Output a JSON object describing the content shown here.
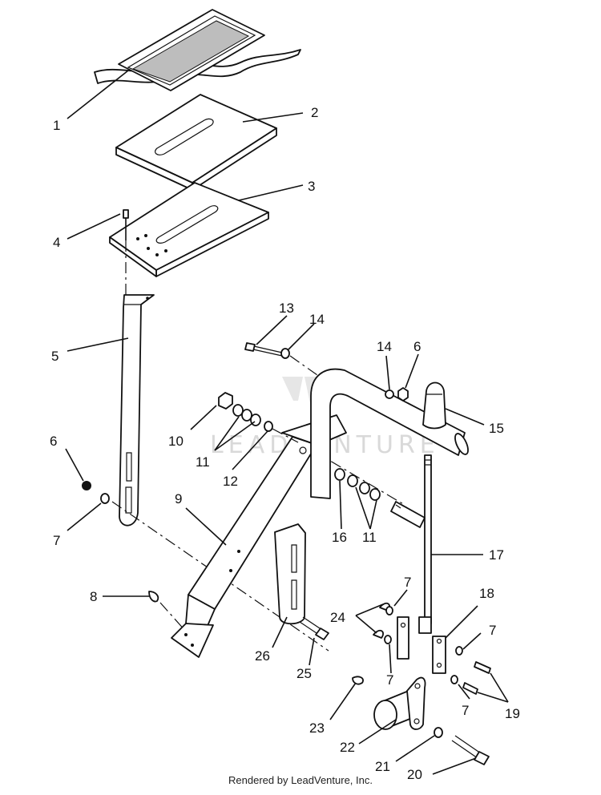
{
  "watermark": {
    "text": "LEADVENTURE"
  },
  "callouts": [
    {
      "id": "c1",
      "label": "1"
    },
    {
      "id": "c2",
      "label": "2"
    },
    {
      "id": "c3",
      "label": "3"
    },
    {
      "id": "c4",
      "label": "4"
    },
    {
      "id": "c5",
      "label": "5"
    },
    {
      "id": "c6a",
      "label": "6"
    },
    {
      "id": "c7a",
      "label": "7"
    },
    {
      "id": "c8",
      "label": "8"
    },
    {
      "id": "c9",
      "label": "9"
    },
    {
      "id": "c10",
      "label": "10"
    },
    {
      "id": "c11a",
      "label": "11"
    },
    {
      "id": "c12",
      "label": "12"
    },
    {
      "id": "c13",
      "label": "13"
    },
    {
      "id": "c14a",
      "label": "14"
    },
    {
      "id": "c14b",
      "label": "14"
    },
    {
      "id": "c6b",
      "label": "6"
    },
    {
      "id": "c15",
      "label": "15"
    },
    {
      "id": "c16",
      "label": "16"
    },
    {
      "id": "c11b",
      "label": "11"
    },
    {
      "id": "c17",
      "label": "17"
    },
    {
      "id": "c7b",
      "label": "7"
    },
    {
      "id": "c18",
      "label": "18"
    },
    {
      "id": "c24",
      "label": "24"
    },
    {
      "id": "c7c",
      "label": "7"
    },
    {
      "id": "c26",
      "label": "26"
    },
    {
      "id": "c25",
      "label": "25"
    },
    {
      "id": "c7d",
      "label": "7"
    },
    {
      "id": "c7e",
      "label": "7"
    },
    {
      "id": "c19",
      "label": "19"
    },
    {
      "id": "c23",
      "label": "23"
    },
    {
      "id": "c22",
      "label": "22"
    },
    {
      "id": "c21",
      "label": "21"
    },
    {
      "id": "c20",
      "label": "20"
    }
  ],
  "footer": {
    "text": "Rendered by LeadVenture, Inc."
  }
}
